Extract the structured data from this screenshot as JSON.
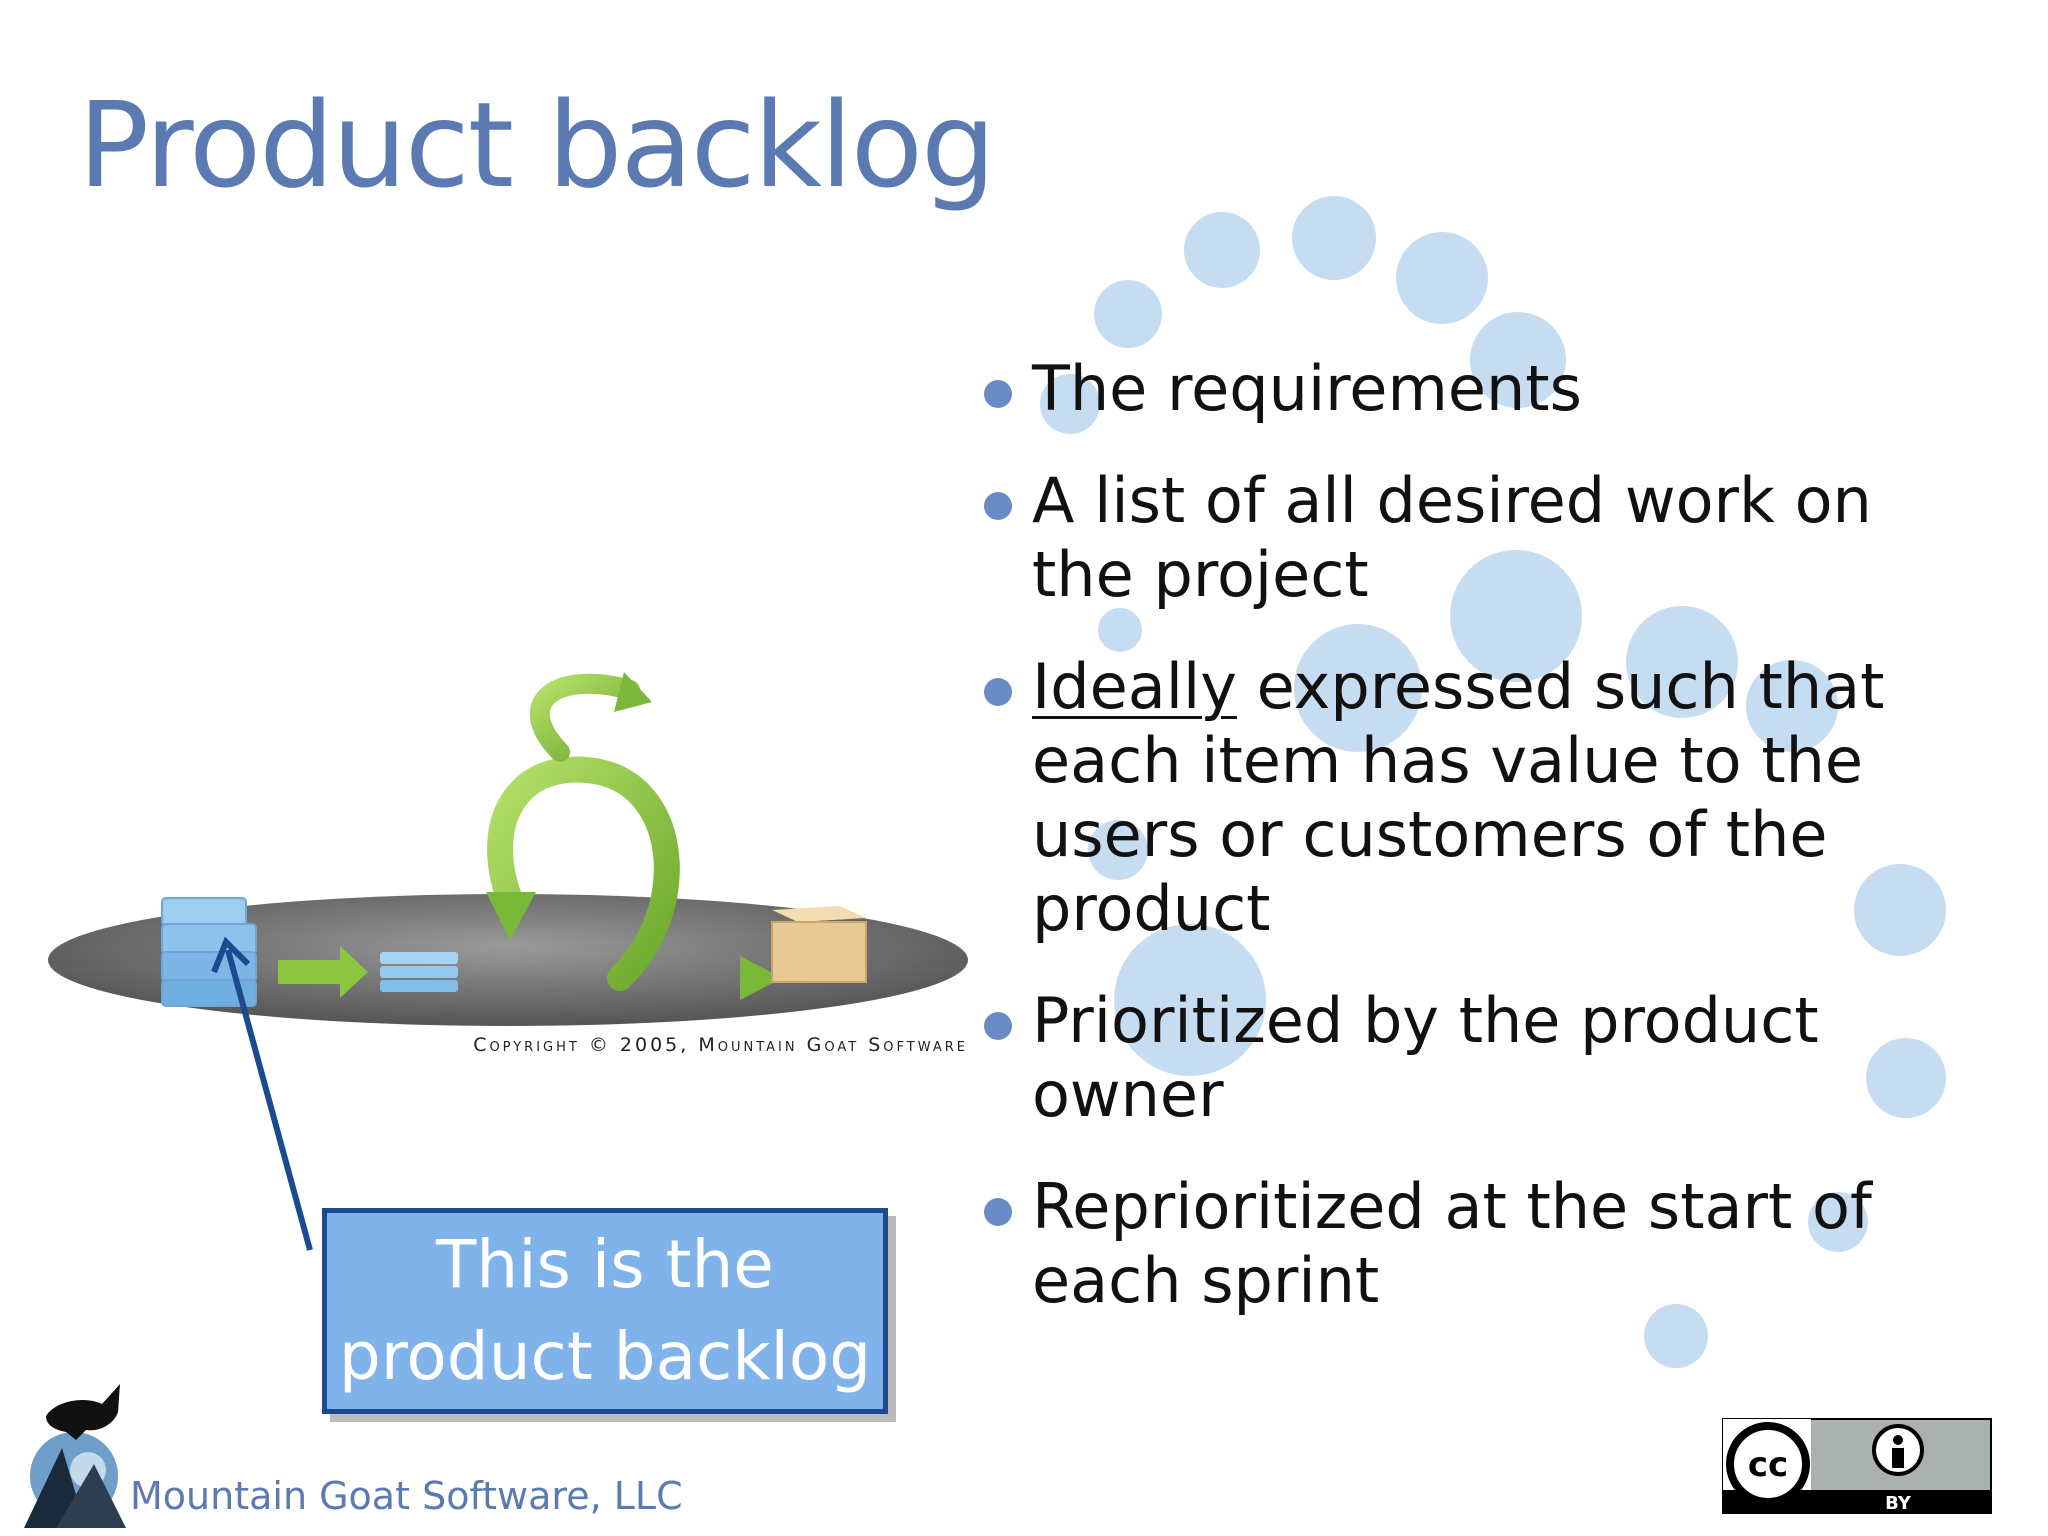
{
  "slide": {
    "title": "Product backlog",
    "bullets": [
      {
        "text": "The requirements"
      },
      {
        "text": "A list of all desired work on the project"
      },
      {
        "underlined": "Ideally",
        "rest": " expressed such that each item has value to the users or customers of the product"
      },
      {
        "text": "Prioritized by the product owner"
      },
      {
        "text": "Reprioritized at the start of each sprint"
      }
    ],
    "copyright": "Copyright © 2005, Mountain Goat Software",
    "callout": {
      "line1": "This is the",
      "line2": "product backlog"
    },
    "company": "Mountain Goat Software, LLC",
    "license_badge": {
      "left": "cc",
      "right": "BY"
    }
  },
  "colors": {
    "title": "#5b7ab2",
    "bullet": "#6a8cc6",
    "dots": "#bcd6ef",
    "callout_fill": "#7fb3ea",
    "callout_border": "#1c4a8e",
    "arrow_green": "#8cc63f",
    "disc": "#6a6a6a"
  },
  "icons": [
    "creative-commons-icon",
    "attribution-person-icon",
    "goat-logo-icon",
    "backlog-stack-icon",
    "sprint-cycle-arrow-icon",
    "product-box-icon"
  ]
}
